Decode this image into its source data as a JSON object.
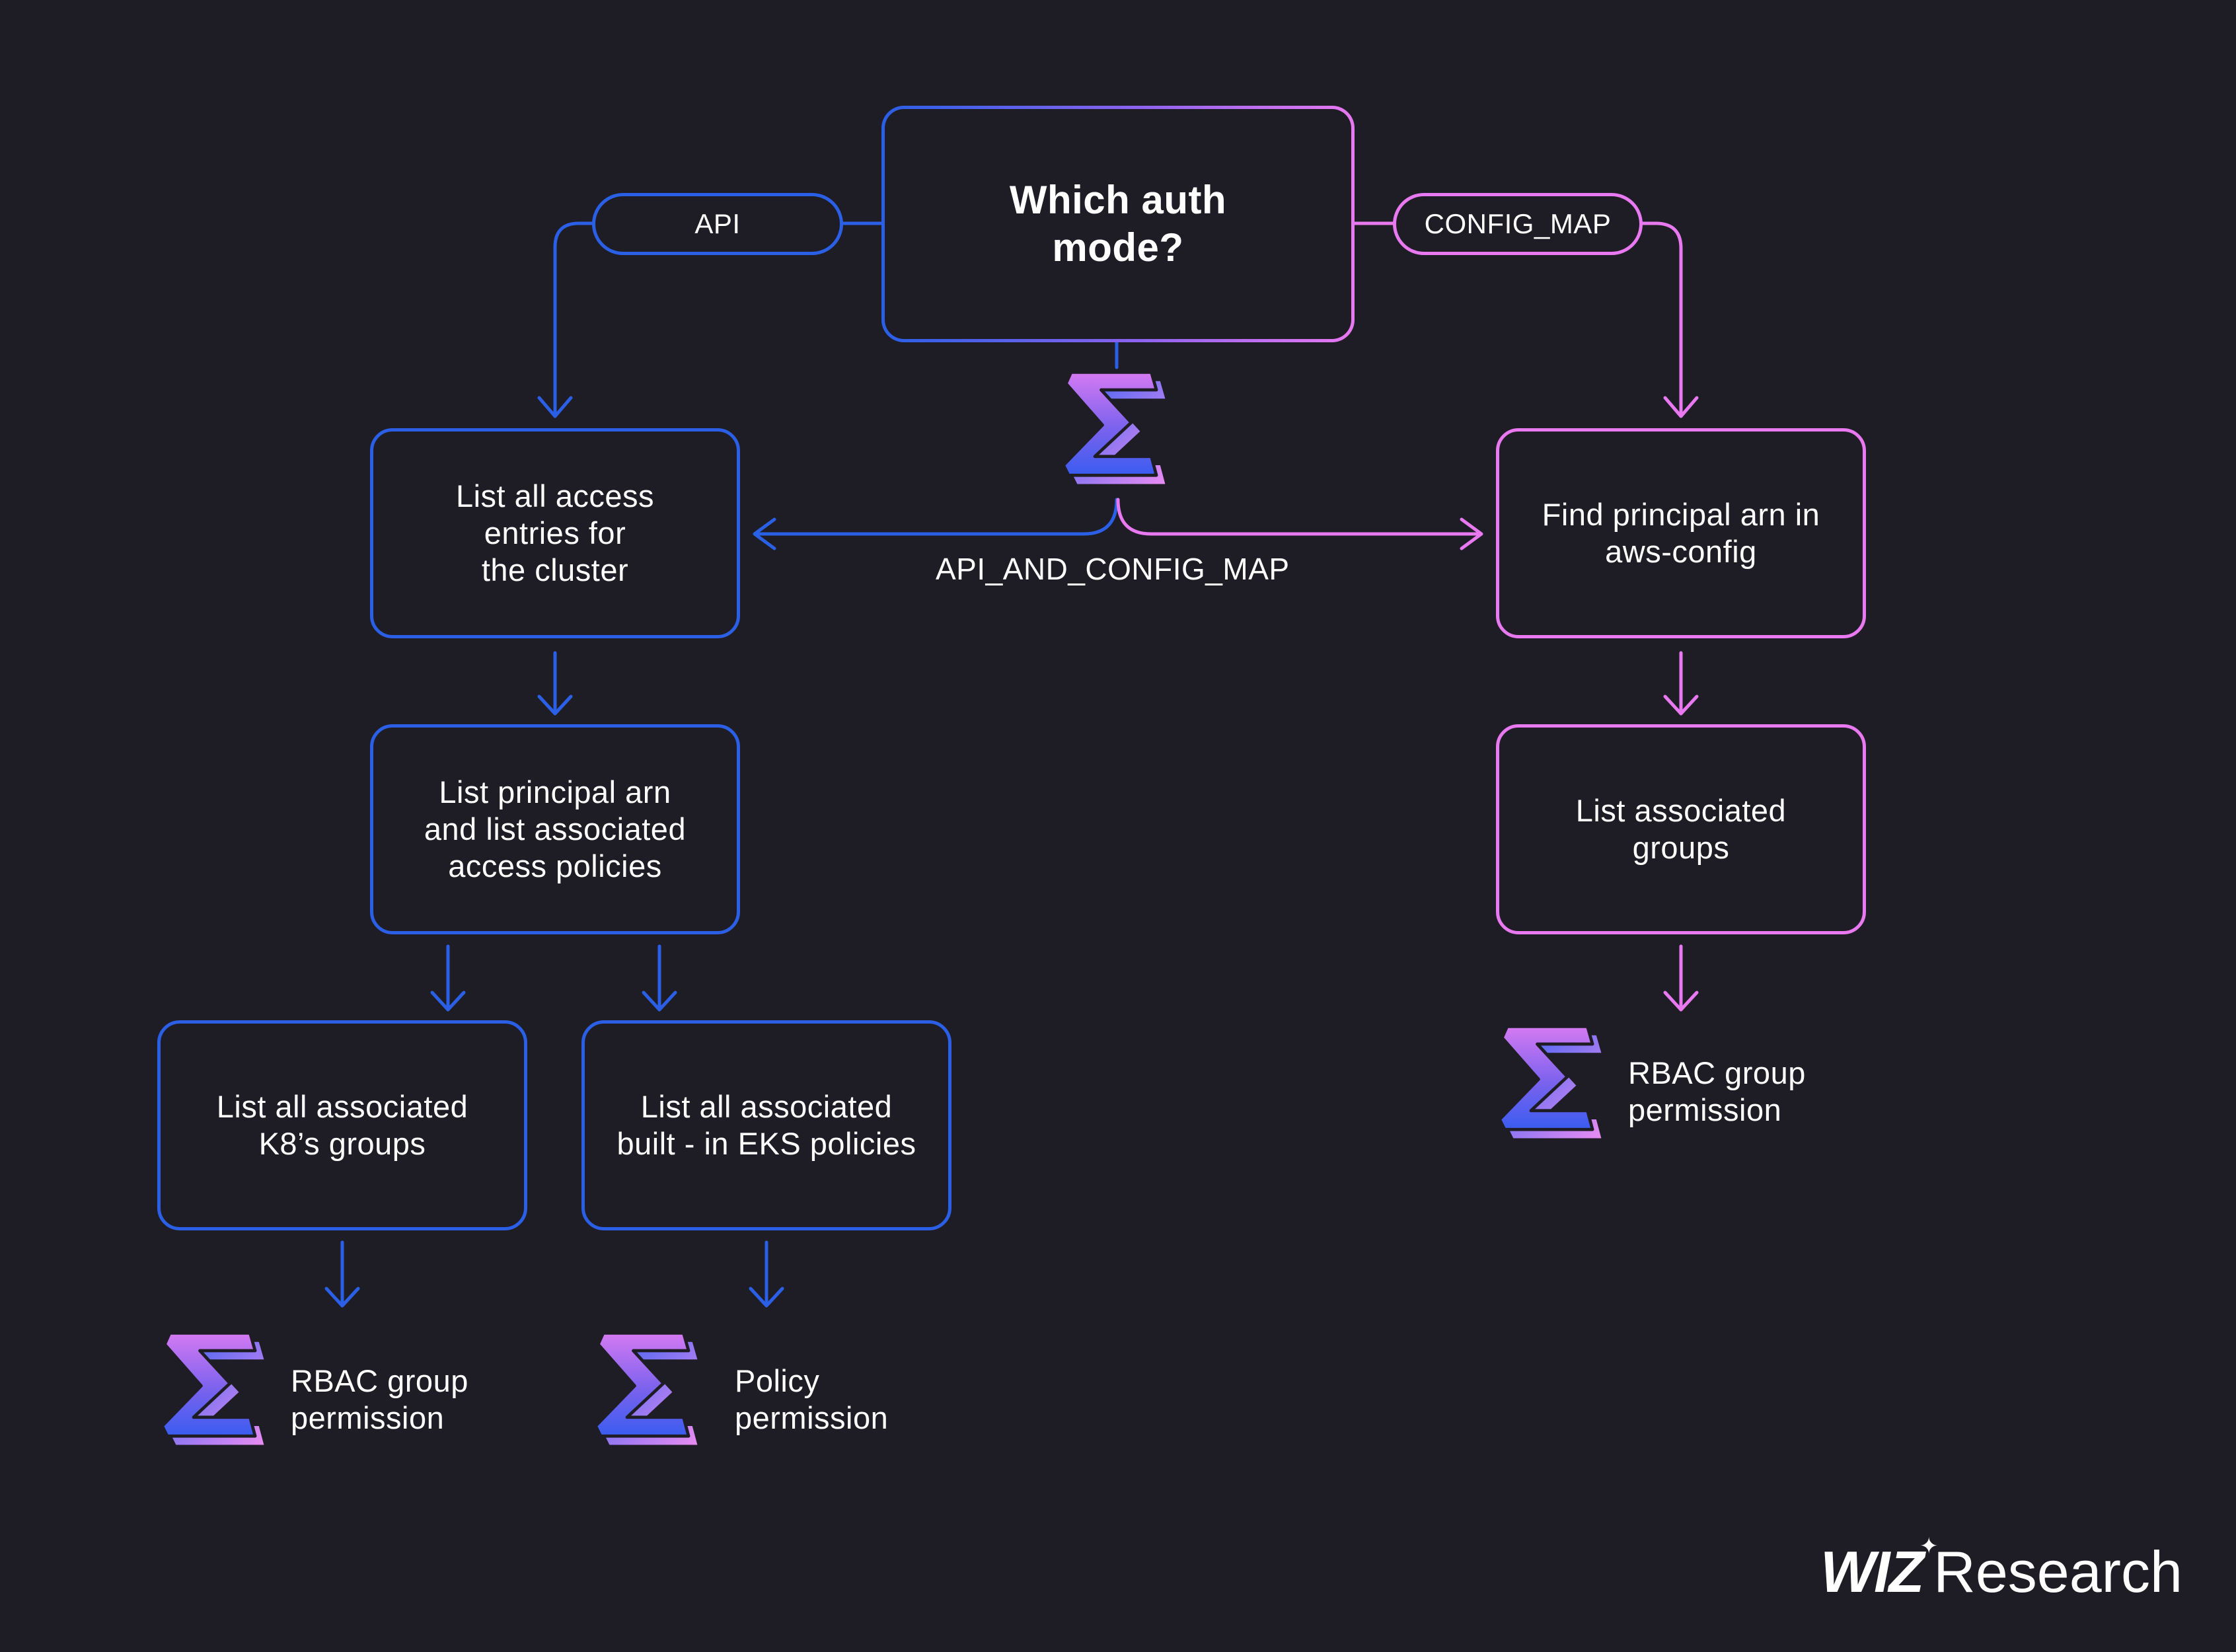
{
  "colors": {
    "background": "#1e1d25",
    "api_blue": "#2a5fe6",
    "config_pink": "#e879f0",
    "text": "#ffffff"
  },
  "decision": {
    "label": "Which auth\nmode?"
  },
  "branches": {
    "api": "API",
    "config_map": "CONFIG_MAP",
    "both": "API_AND_CONFIG_MAP"
  },
  "api_path": {
    "step1": "List all access\nentries for\nthe cluster",
    "step2": "List principal arn\nand list associated\naccess policies",
    "step3a": "List all associated\nK8’s groups",
    "step3b": "List all associated\nbuilt - in EKS policies",
    "result_a": "RBAC group\npermission",
    "result_b": "Policy\npermission"
  },
  "config_path": {
    "step1": "Find principal arn in\naws-config",
    "step2": "List associated\ngroups",
    "result": "RBAC group\npermission"
  },
  "icons": [
    "sigma-logo-icon"
  ],
  "brand": {
    "logo": "WIZ",
    "product": "Research"
  }
}
